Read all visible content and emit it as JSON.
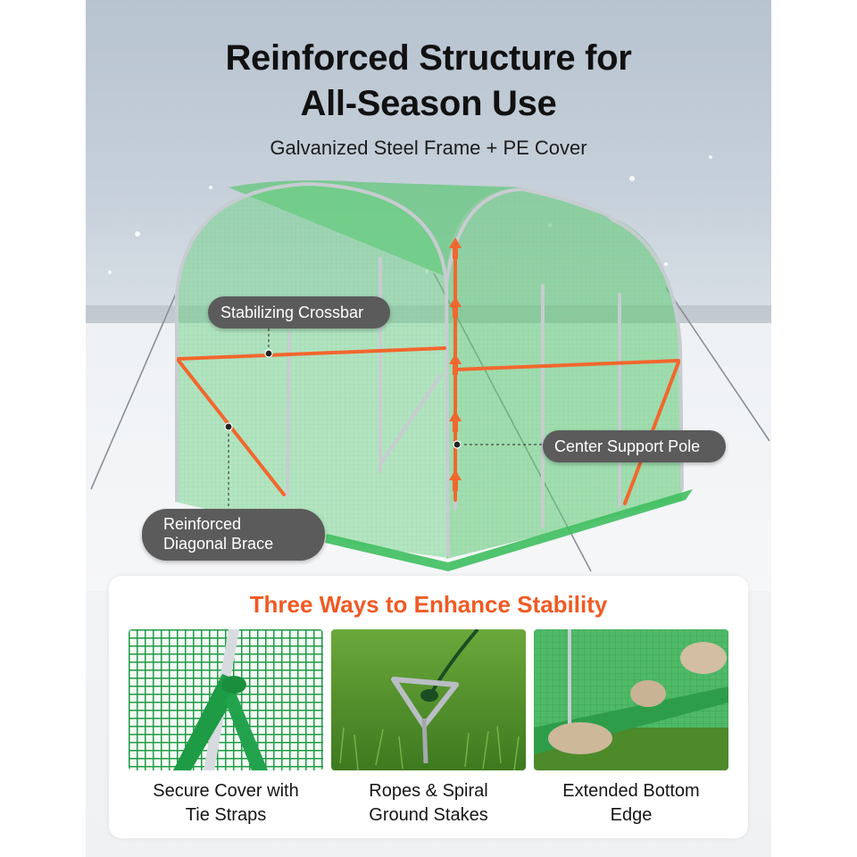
{
  "headline": {
    "line1": "Reinforced Structure for",
    "line2": "All-Season Use"
  },
  "subhead": "Galvanized Steel Frame + PE Cover",
  "callouts": {
    "crossbar": "Stabilizing Crossbar",
    "center_pole": "Center Support Pole",
    "diagonal_line1": "Reinforced",
    "diagonal_line2": "Diagonal Brace"
  },
  "stability_card": {
    "title": "Three Ways to Enhance Stability",
    "features": [
      {
        "line1": "Secure Cover with",
        "line2": "Tie Straps",
        "icon": "tie-strap-photo"
      },
      {
        "line1": "Ropes & Spiral",
        "line2": "Ground Stakes",
        "icon": "ground-stake-photo"
      },
      {
        "line1": "Extended Bottom",
        "line2": "Edge",
        "icon": "bottom-edge-photo"
      }
    ]
  },
  "colors": {
    "accent": "#f05a24",
    "frame_highlight": "#f2672e",
    "cover_green": "#3fbf5f",
    "callout_bg": "#5b5b5b"
  }
}
